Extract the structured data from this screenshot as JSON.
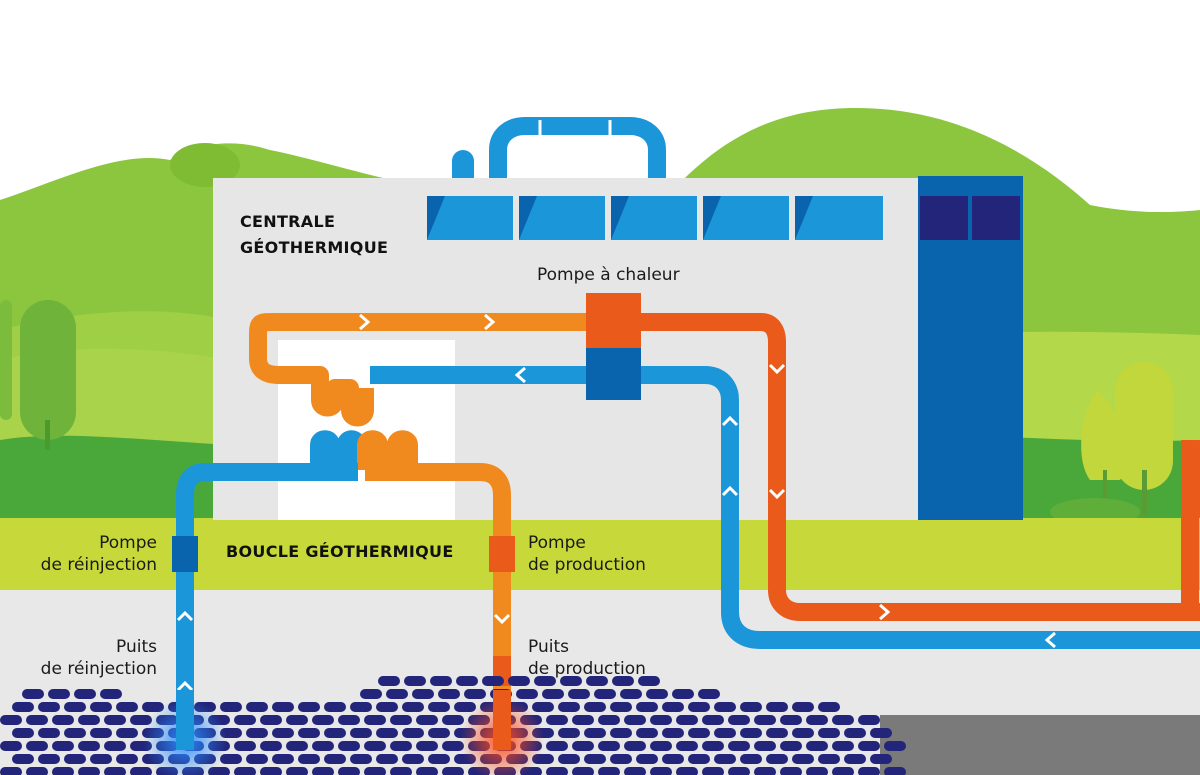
{
  "labels": {
    "plant_line1": "CENTRALE",
    "plant_line2": "GÉOTHERMIQUE",
    "heat_pump": "Pompe à chaleur",
    "loop": "BOUCLE GÉOTHERMIQUE",
    "reinjection_pump_line1": "Pompe",
    "reinjection_pump_line2": "de réinjection",
    "production_pump_line1": "Pompe",
    "production_pump_line2": "de production",
    "reinjection_well_line1": "Puits",
    "reinjection_well_line2": "de réinjection",
    "production_well_line1": "Puits",
    "production_well_line2": "de production"
  },
  "colors": {
    "hot": "#ea5a1a",
    "warm": "#f08a1e",
    "cold": "#1b96d8",
    "dark_blue": "#0a5fa8",
    "navy": "#22257a",
    "grass": "#c7d93a",
    "hill": "#8cc63f",
    "building": "#e6e6e6"
  }
}
